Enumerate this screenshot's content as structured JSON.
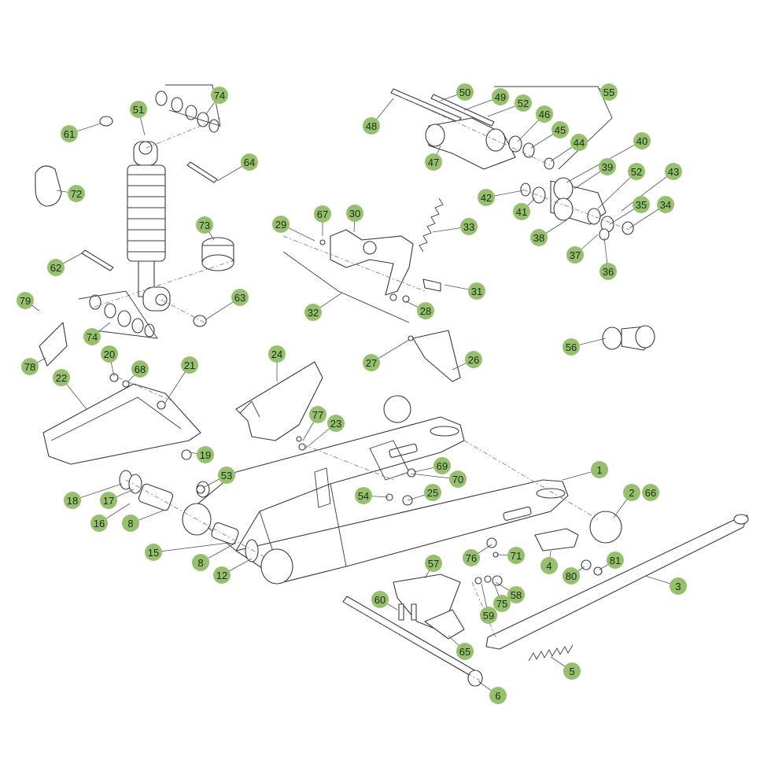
{
  "callouts": [
    {
      "id": "c1",
      "label": "1"
    },
    {
      "id": "c2",
      "label": "2"
    },
    {
      "id": "c66",
      "label": "66"
    },
    {
      "id": "c3",
      "label": "3"
    },
    {
      "id": "c4",
      "label": "4"
    },
    {
      "id": "c5",
      "label": "5"
    },
    {
      "id": "c6",
      "label": "6"
    },
    {
      "id": "c8a",
      "label": "8"
    },
    {
      "id": "c8b",
      "label": "8"
    },
    {
      "id": "c12",
      "label": "12"
    },
    {
      "id": "c15",
      "label": "15"
    },
    {
      "id": "c16",
      "label": "16"
    },
    {
      "id": "c17",
      "label": "17"
    },
    {
      "id": "c18",
      "label": "18"
    },
    {
      "id": "c19",
      "label": "19"
    },
    {
      "id": "c20",
      "label": "20"
    },
    {
      "id": "c21",
      "label": "21"
    },
    {
      "id": "c22",
      "label": "22"
    },
    {
      "id": "c23",
      "label": "23"
    },
    {
      "id": "c24",
      "label": "24"
    },
    {
      "id": "c25",
      "label": "25"
    },
    {
      "id": "c26",
      "label": "26"
    },
    {
      "id": "c27",
      "label": "27"
    },
    {
      "id": "c28",
      "label": "28"
    },
    {
      "id": "c29",
      "label": "29"
    },
    {
      "id": "c30",
      "label": "30"
    },
    {
      "id": "c31",
      "label": "31"
    },
    {
      "id": "c32",
      "label": "32"
    },
    {
      "id": "c33",
      "label": "33"
    },
    {
      "id": "c34",
      "label": "34"
    },
    {
      "id": "c35",
      "label": "35"
    },
    {
      "id": "c36",
      "label": "36"
    },
    {
      "id": "c37",
      "label": "37"
    },
    {
      "id": "c38",
      "label": "38"
    },
    {
      "id": "c39",
      "label": "39"
    },
    {
      "id": "c40",
      "label": "40"
    },
    {
      "id": "c41",
      "label": "41"
    },
    {
      "id": "c42",
      "label": "42"
    },
    {
      "id": "c43",
      "label": "43"
    },
    {
      "id": "c44",
      "label": "44"
    },
    {
      "id": "c45",
      "label": "45"
    },
    {
      "id": "c46",
      "label": "46"
    },
    {
      "id": "c47",
      "label": "47"
    },
    {
      "id": "c48",
      "label": "48"
    },
    {
      "id": "c49",
      "label": "49"
    },
    {
      "id": "c50",
      "label": "50"
    },
    {
      "id": "c51",
      "label": "51"
    },
    {
      "id": "c52a",
      "label": "52"
    },
    {
      "id": "c52b",
      "label": "52"
    },
    {
      "id": "c53",
      "label": "53"
    },
    {
      "id": "c54",
      "label": "54"
    },
    {
      "id": "c55",
      "label": "55"
    },
    {
      "id": "c56",
      "label": "56"
    },
    {
      "id": "c57",
      "label": "57"
    },
    {
      "id": "c58",
      "label": "58"
    },
    {
      "id": "c59",
      "label": "59"
    },
    {
      "id": "c60",
      "label": "60"
    },
    {
      "id": "c61",
      "label": "61"
    },
    {
      "id": "c62",
      "label": "62"
    },
    {
      "id": "c63",
      "label": "63"
    },
    {
      "id": "c64",
      "label": "64"
    },
    {
      "id": "c65",
      "label": "65"
    },
    {
      "id": "c67",
      "label": "67"
    },
    {
      "id": "c68",
      "label": "68"
    },
    {
      "id": "c69",
      "label": "69"
    },
    {
      "id": "c70",
      "label": "70"
    },
    {
      "id": "c71",
      "label": "71"
    },
    {
      "id": "c72",
      "label": "72"
    },
    {
      "id": "c73",
      "label": "73"
    },
    {
      "id": "c74a",
      "label": "74"
    },
    {
      "id": "c74b",
      "label": "74"
    },
    {
      "id": "c75",
      "label": "75"
    },
    {
      "id": "c76",
      "label": "76"
    },
    {
      "id": "c77",
      "label": "77"
    },
    {
      "id": "c78",
      "label": "78"
    },
    {
      "id": "c79",
      "label": "79"
    },
    {
      "id": "c80",
      "label": "80"
    },
    {
      "id": "c81",
      "label": "81"
    }
  ],
  "colors": {
    "callout_fill": "#96c06e",
    "callout_text": "#1d2a12",
    "line_art": "#3a3a3a",
    "background": "#ffffff"
  }
}
